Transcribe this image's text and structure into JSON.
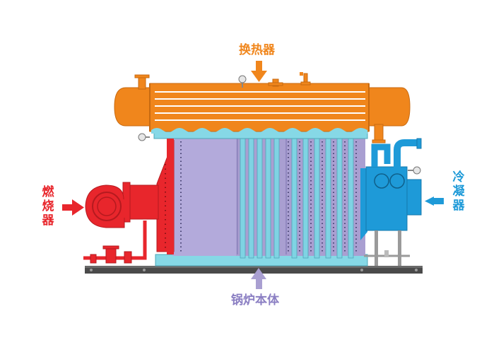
{
  "labels": {
    "heat_exchanger": "换热器",
    "burner": "燃烧器",
    "condenser": "冷凝器",
    "boiler_body": "锅炉本体"
  },
  "colors": {
    "heat_exchanger": "#f0861c",
    "burner": "#e8262c",
    "condenser": "#1e9ad8",
    "boiler_body": "#a99fd1",
    "tubes": "#7fd3e3",
    "base": "#444444",
    "gauge": "#c0c0c0"
  }
}
